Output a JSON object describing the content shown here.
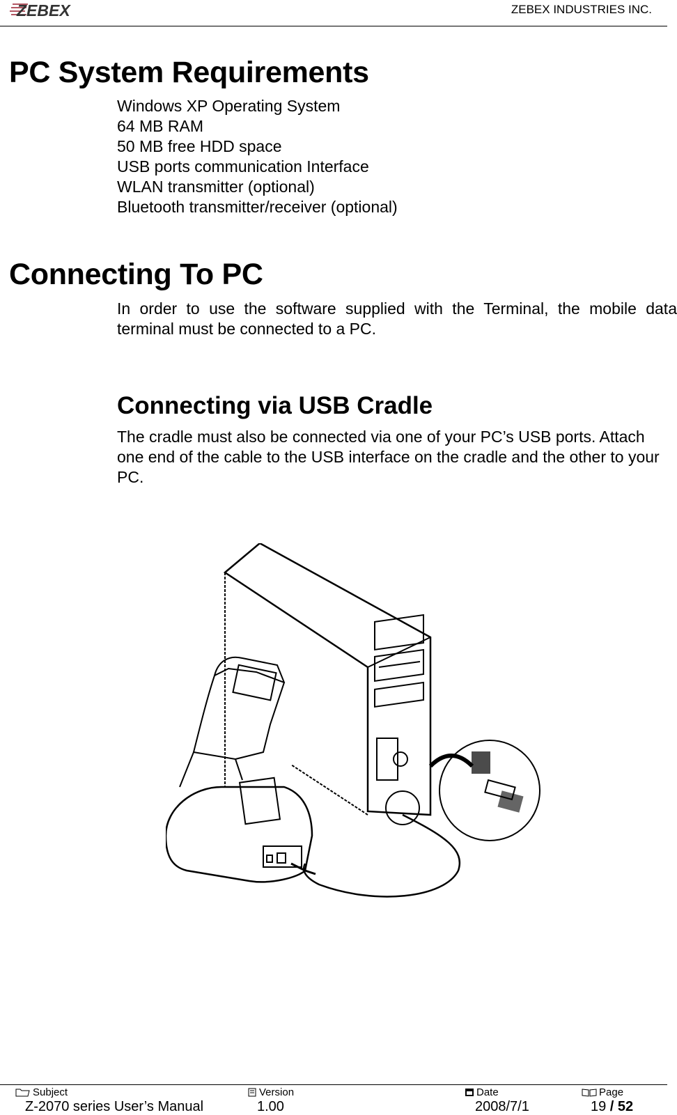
{
  "header": {
    "logo_text": "ZEBEX",
    "company": "ZEBEX INDUSTRIES INC."
  },
  "section1": {
    "title": "PC System Requirements",
    "items": [
      "Windows XP Operating System",
      "64 MB RAM",
      "50 MB free HDD space",
      "USB ports communication Interface",
      "WLAN transmitter (optional)",
      "Bluetooth transmitter/receiver (optional)"
    ]
  },
  "section2": {
    "title": "Connecting To PC",
    "body": "In order to use the software supplied with the Terminal, the mobile data terminal must be connected to a PC."
  },
  "section3": {
    "title": "Connecting via USB Cradle",
    "body": "The cradle must also be connected via one of your PC’s USB ports. Attach one end of the cable to the USB interface on the cradle and the other to your PC."
  },
  "figure": {
    "icon": "usb-cradle-pc-connection-illustration"
  },
  "footer": {
    "subject_label": "Subject",
    "subject_value": "Z-2070 series User’s Manual",
    "version_label": "Version",
    "version_value": "1.00",
    "date_label": "Date",
    "date_value": "2008/7/1",
    "page_label": "Page",
    "page_current": "19",
    "page_sep": " / ",
    "page_total": "52"
  }
}
